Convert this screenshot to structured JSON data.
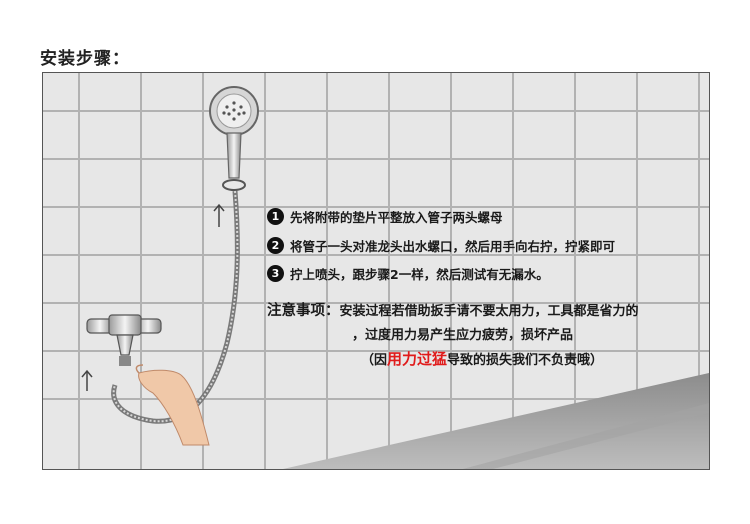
{
  "title": "安装步骤：",
  "steps": [
    {
      "num": "1",
      "text": "先将附带的垫片平整放入管子两头螺母"
    },
    {
      "num": "2",
      "text": "将管子一头对准龙头出水螺口，然后用手向右拧，拧紧即可"
    },
    {
      "num": "3",
      "text": "拧上喷头，跟步骤2一样，然后测试有无漏水。"
    }
  ],
  "notice": {
    "label": "注意事项：",
    "line1": "安装过程若借助扳手请不要太用力，工具都是省力的",
    "line2": "，过度用力易产生应力疲劳，损坏产品",
    "line3_open": "（因",
    "line3_warn": "用力过猛",
    "line3_rest": "导致的损失我们不负责哦）"
  },
  "colors": {
    "warning": "#e01b1b",
    "tile": "#e4e4e4",
    "grout": "#b4b4b4"
  },
  "icons": [
    "up-arrow-icon",
    "shower-head-icon",
    "faucet-icon",
    "hose-icon",
    "hand-icon"
  ]
}
